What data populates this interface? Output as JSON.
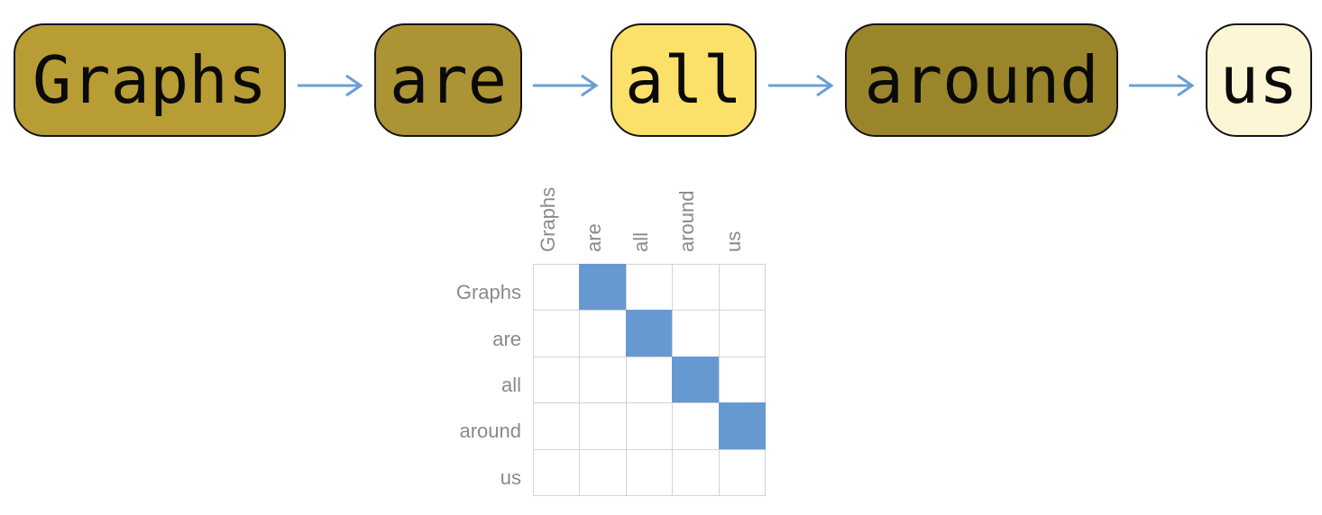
{
  "sequence": {
    "tokens": [
      {
        "label": "Graphs",
        "color": "#b79d33"
      },
      {
        "label": "are",
        "color": "#ac9333"
      },
      {
        "label": "all",
        "color": "#fbe16a"
      },
      {
        "label": "around",
        "color": "#9a852b"
      },
      {
        "label": "us",
        "color": "#fdf6d5"
      }
    ],
    "arrow_color": "#6a9fd4"
  },
  "matrix": {
    "row_labels": [
      "Graphs",
      "are",
      "all",
      "around",
      "us"
    ],
    "col_labels": [
      "Graphs",
      "are",
      "all",
      "around",
      "us"
    ],
    "filled_color": "#6699d1",
    "empty_color": "#ffffff",
    "grid_color": "#d4d4d4",
    "cells": [
      [
        0,
        1,
        0,
        0,
        0
      ],
      [
        0,
        0,
        1,
        0,
        0
      ],
      [
        0,
        0,
        0,
        1,
        0
      ],
      [
        0,
        0,
        0,
        0,
        1
      ],
      [
        0,
        0,
        0,
        0,
        0
      ]
    ]
  }
}
